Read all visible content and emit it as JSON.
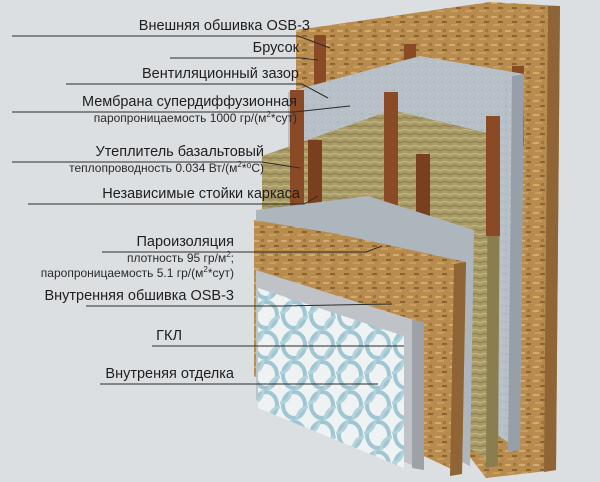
{
  "labels": [
    {
      "id": "osb-outer",
      "title": "Внешняя обшивка OSB-3"
    },
    {
      "id": "bar",
      "title": "Брусок"
    },
    {
      "id": "vent-gap",
      "title": "Вентиляционный зазор"
    },
    {
      "id": "membrane",
      "title": "Мембрана супердиффузионная",
      "line2_prefix": "паропроницаемость 1000 гр/(м",
      "line2_sup": "2",
      "line2_suffix": "*сут)"
    },
    {
      "id": "insulation",
      "title": "Утеплитель базальтовый",
      "line2_prefix": "теплопроводность 0.034 Вт/(м",
      "line2_sup": "2",
      "line2_suffix": "*⁰С)"
    },
    {
      "id": "studs",
      "title": "Независимые стойки каркаса"
    },
    {
      "id": "vapor-barrier",
      "title": "Пароизоляция",
      "line2_prefix": "плотность 95 гр/м",
      "line2_sup": "2",
      "line2_suffix": ";",
      "line3_prefix": "паропроницаемость 5.1 гр/(м",
      "line3_sup": "2",
      "line3_suffix": "*сут)"
    },
    {
      "id": "osb-inner",
      "title": "Внутренняя обшивка OSB-3"
    },
    {
      "id": "gkl",
      "title": "ГКЛ"
    },
    {
      "id": "finish",
      "title": "Внутреняя отделка"
    }
  ],
  "colors": {
    "background": "#dcdfe2",
    "osb": "#b88b4e",
    "membrane": "#b7bfc7",
    "insulation": "#a89a66",
    "stud": "#8a4a26",
    "drywall": "#bfc3c7",
    "finish_pattern": "#bfd7de",
    "leader": "#2b2b2b"
  }
}
